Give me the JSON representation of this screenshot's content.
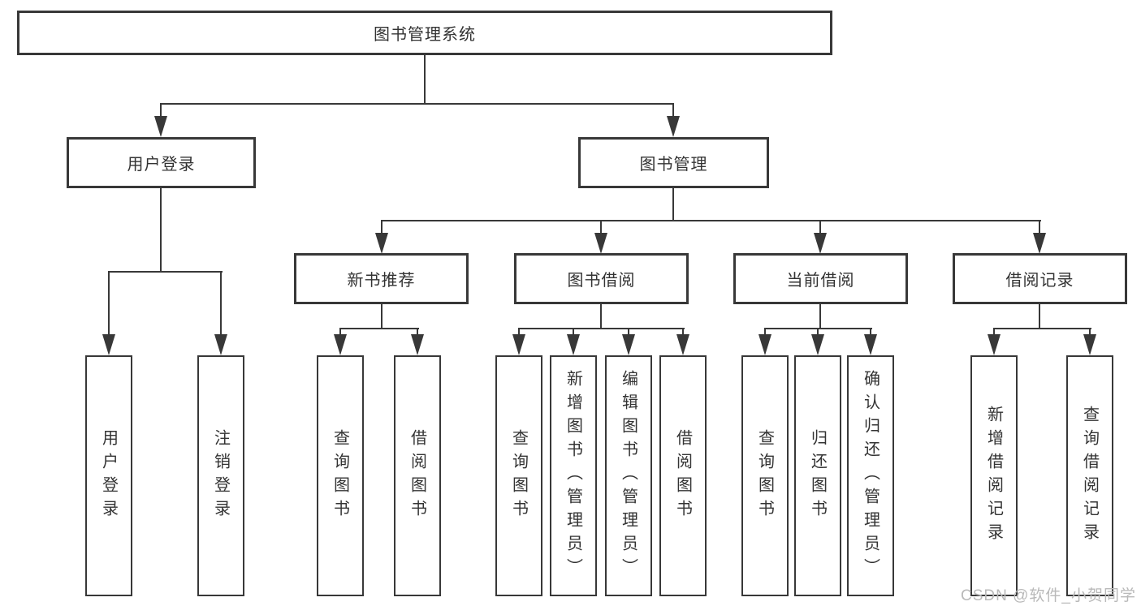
{
  "tree": {
    "root": {
      "label": "图书管理系统"
    },
    "children": [
      {
        "label": "用户登录",
        "children": [
          {
            "label": "用户登录"
          },
          {
            "label": "注销登录"
          }
        ]
      },
      {
        "label": "图书管理",
        "children": [
          {
            "label": "新书推荐",
            "children": [
              {
                "label": "查询图书"
              },
              {
                "label": "借阅图书"
              }
            ]
          },
          {
            "label": "图书借阅",
            "children": [
              {
                "label": "查询图书"
              },
              {
                "label": "新增图书（管理员）"
              },
              {
                "label": "编辑图书（管理员）"
              },
              {
                "label": "借阅图书"
              }
            ]
          },
          {
            "label": "当前借阅",
            "children": [
              {
                "label": "查询图书"
              },
              {
                "label": "归还图书"
              },
              {
                "label": "确认归还（管理员）"
              }
            ]
          },
          {
            "label": "借阅记录",
            "children": [
              {
                "label": "新增借阅记录"
              },
              {
                "label": "查询借阅记录"
              }
            ]
          }
        ]
      }
    ]
  },
  "watermark": {
    "text": "CSDN @软件_小贺同学"
  },
  "colors": {
    "line": "#383838",
    "text": "#333333",
    "watermark": "#b9b9b9",
    "background": "#ffffff"
  }
}
